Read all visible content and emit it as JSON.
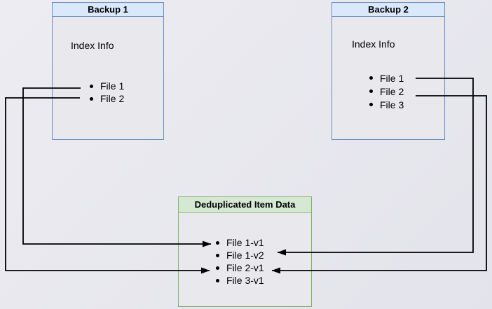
{
  "colors": {
    "backup_header_fill": "#dae8fc",
    "backup_border": "#6c8ebf",
    "dedup_header_fill": "#d5e8d4",
    "dedup_border": "#82b366",
    "box_body_fill": "#e9e8ec",
    "arrow_color": "#000000",
    "text_color": "#000000"
  },
  "backup1": {
    "title": "Backup 1",
    "subtitle": "Index Info",
    "items": [
      "File 1",
      "File 2"
    ]
  },
  "backup2": {
    "title": "Backup 2",
    "subtitle": "Index Info",
    "items": [
      "File 1",
      "File 2",
      "File 3"
    ]
  },
  "dedup": {
    "title": "Deduplicated Item Data",
    "items": [
      "File 1-v1",
      "File 1-v2",
      "File 2-v1",
      "File 3-v1"
    ]
  },
  "connections": [
    {
      "from": "Backup 1 / File 1",
      "to": "Deduplicated Item Data / File 1-v1",
      "route": "left"
    },
    {
      "from": "Backup 1 / File 2",
      "to": "Deduplicated Item Data / File 2-v1",
      "route": "left"
    },
    {
      "from": "Backup 2 / File 1",
      "to": "Deduplicated Item Data / File 1-v2",
      "route": "right"
    },
    {
      "from": "Backup 2 / File 2",
      "to": "Deduplicated Item Data / File 2-v1",
      "route": "right"
    }
  ]
}
